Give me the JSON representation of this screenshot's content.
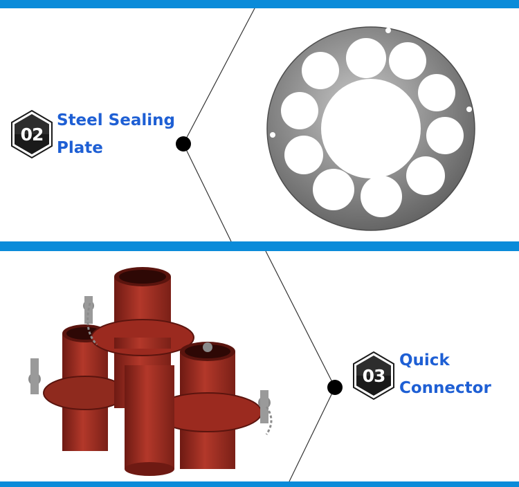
{
  "section1": {
    "number": "02",
    "title_line1": "Steel Sealing",
    "title_line2": "Plate"
  },
  "section2": {
    "number": "03",
    "title_line1": "Quick",
    "title_line2": "Connector"
  },
  "colors": {
    "band": "#0a8bd9",
    "label_text": "#1e5fd4",
    "badge_fill": "#1a1a1a",
    "connector_red": "#9b2a1f"
  },
  "icons": [
    "hexagon-badge-icon",
    "pointer-dot-icon"
  ]
}
